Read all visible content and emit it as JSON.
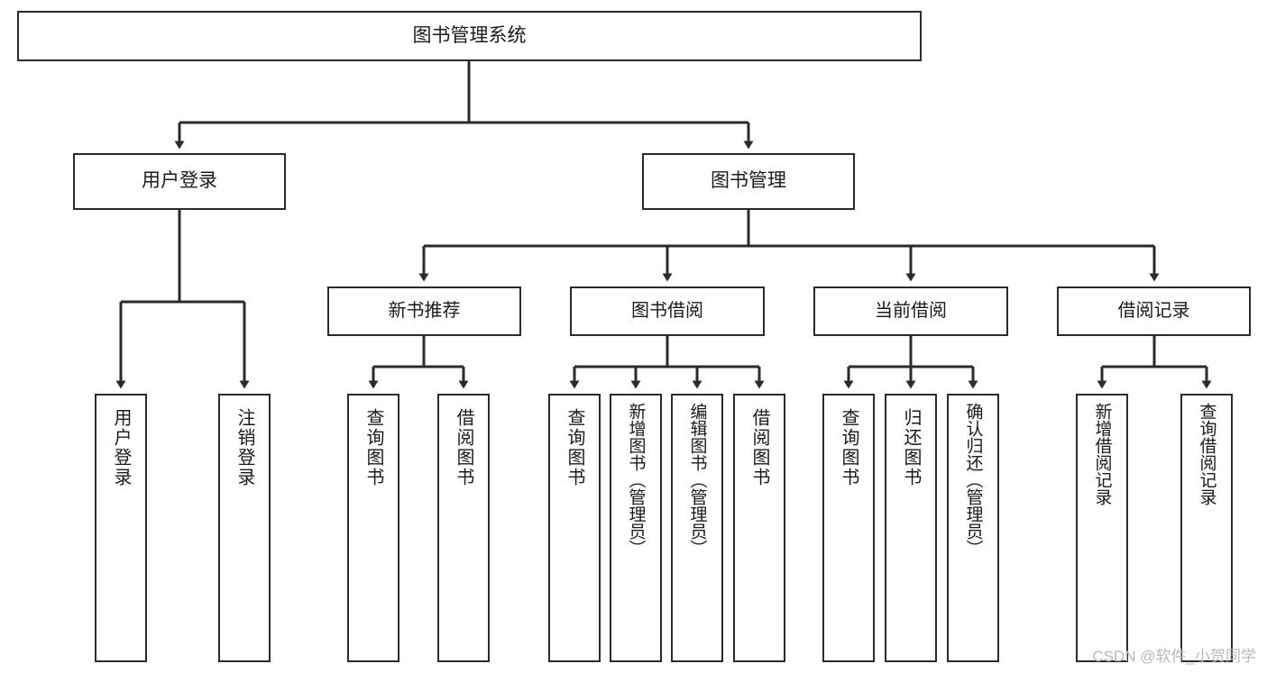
{
  "diagram": {
    "title": "图书管理系统",
    "type": "tree-hierarchy-chart",
    "orientation": "top-down",
    "colors": {
      "box_border": "#2b2b2b",
      "box_fill": "#ffffff",
      "edge": "#2b2b2b",
      "text": "#1a1a1a",
      "watermark": "#b9b9b9",
      "background": "#ffffff"
    },
    "root": {
      "label": "图书管理系统"
    },
    "level2": [
      {
        "label": "用户登录"
      },
      {
        "label": "图书管理"
      }
    ],
    "level3": [
      {
        "label": "新书推荐"
      },
      {
        "label": "图书借阅"
      },
      {
        "label": "当前借阅"
      },
      {
        "label": "借阅记录"
      }
    ],
    "leaves": {
      "user_login": [
        {
          "label": "用户登录"
        },
        {
          "label": "注销登录"
        }
      ],
      "new_book_recommend": [
        {
          "label": "查询图书"
        },
        {
          "label": "借阅图书"
        }
      ],
      "book_borrow": [
        {
          "label": "查询图书"
        },
        {
          "label": "新增图书（管理员）"
        },
        {
          "label": "编辑图书（管理员）"
        },
        {
          "label": "借阅图书"
        }
      ],
      "current_borrow": [
        {
          "label": "查询图书"
        },
        {
          "label": "归还图书"
        },
        {
          "label": "确认归还（管理员）"
        }
      ],
      "borrow_record": [
        {
          "label": "新增借阅记录"
        },
        {
          "label": "查询借阅记录"
        }
      ]
    },
    "watermark": "CSDN @软件_小贺同学"
  }
}
